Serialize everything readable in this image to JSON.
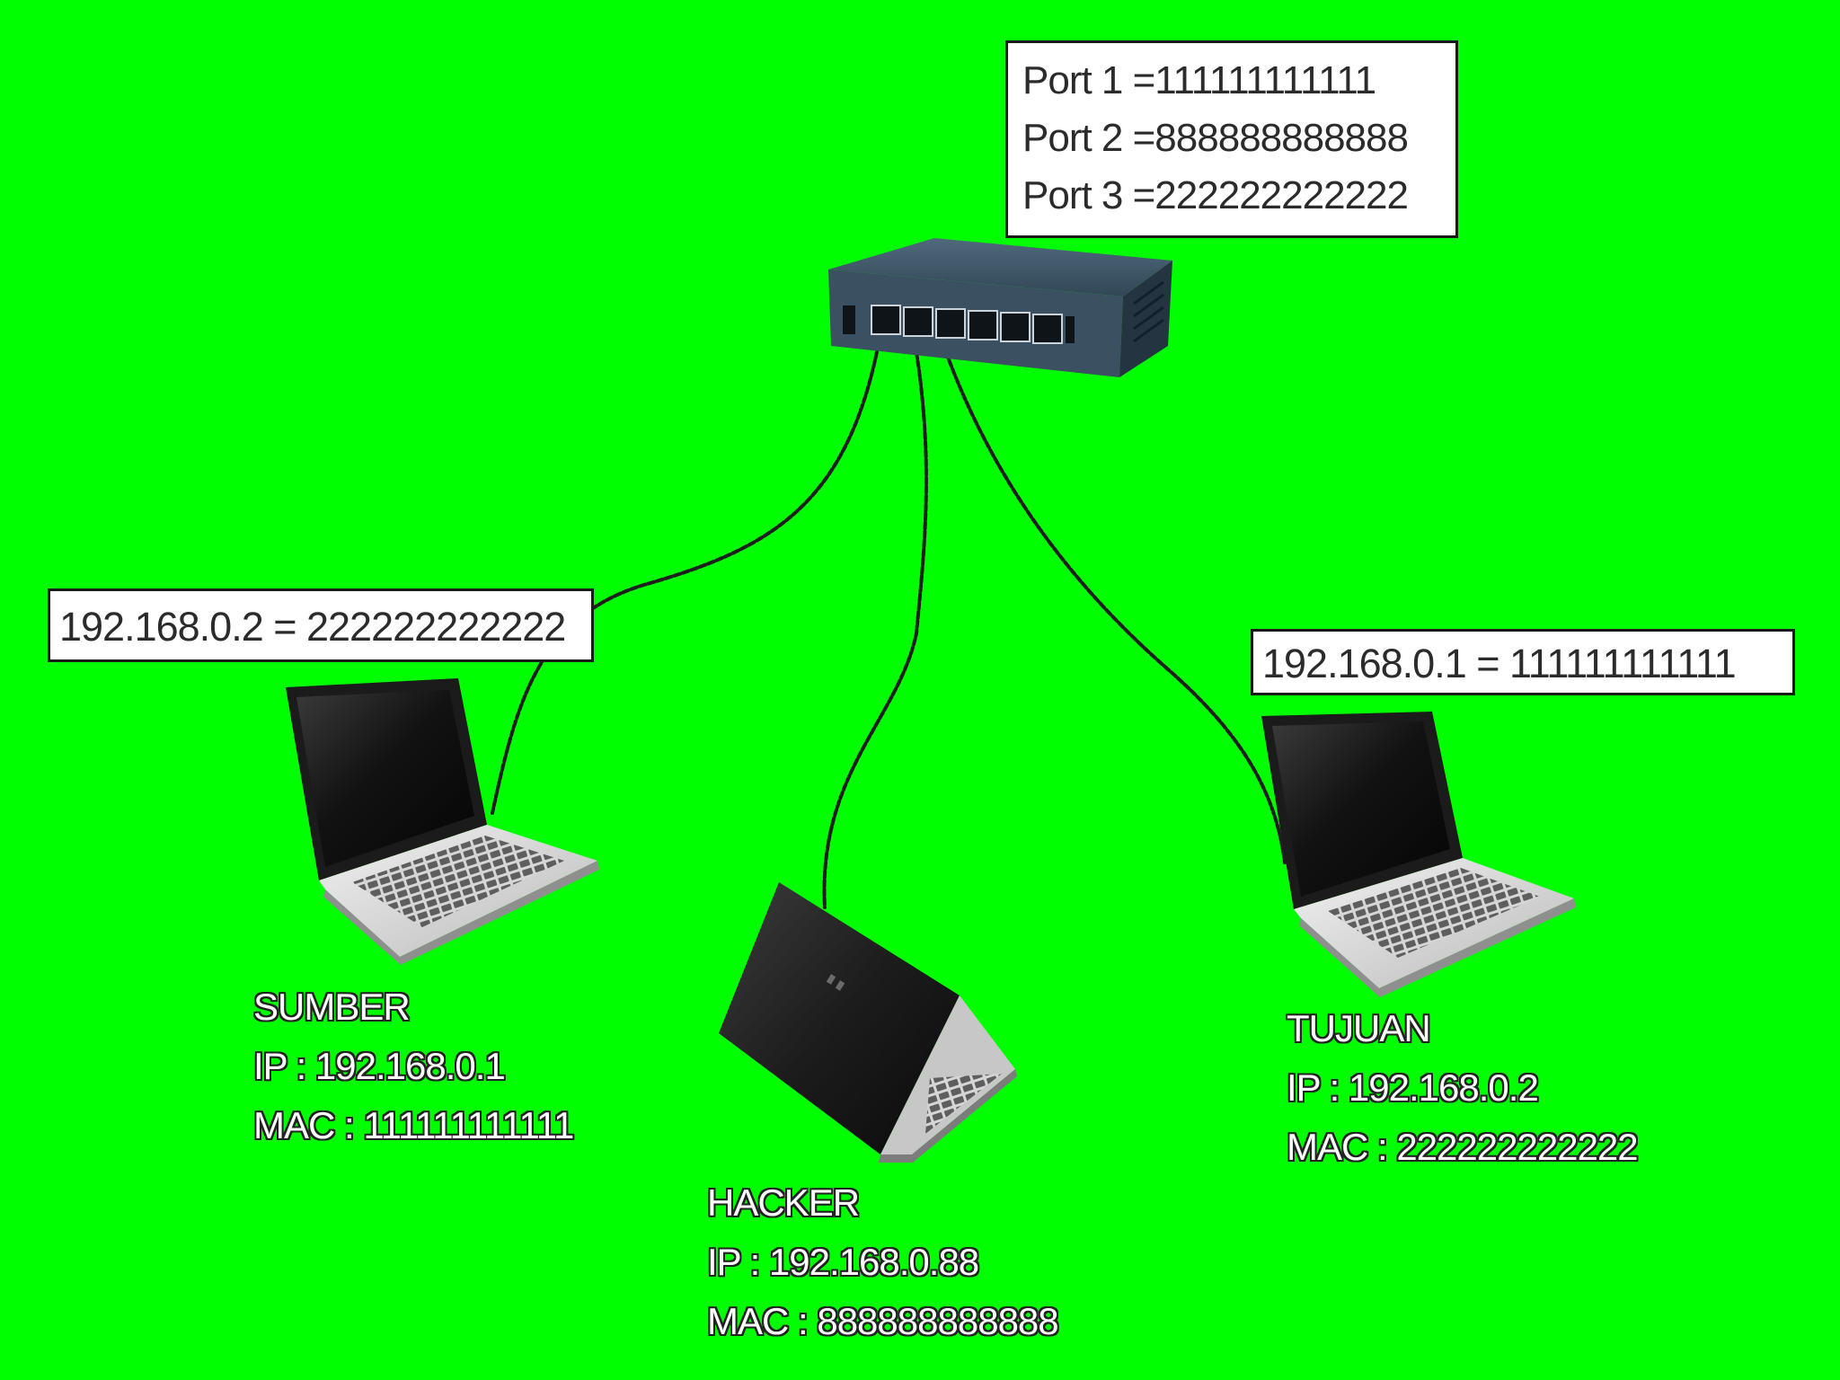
{
  "colors": {
    "background": "#00ff00",
    "cable": "#1e1e1e",
    "box_border": "#1a1a1a",
    "label_text": "#ffffff"
  },
  "switch": {
    "icon": "network-switch-icon",
    "mac_table": [
      "Port 1 =111111111111",
      "Port 2 =888888888888",
      "Port 3 =222222222222"
    ]
  },
  "hosts": {
    "sumber": {
      "icon": "laptop-open-icon",
      "arp_entry": "192.168.0.2 = 222222222222",
      "name": "SUMBER",
      "ip": "IP : 192.168.0.1",
      "mac": "MAC : 111111111111"
    },
    "hacker": {
      "icon": "laptop-half-closed-icon",
      "name": "HACKER",
      "ip": "IP : 192.168.0.88",
      "mac": "MAC : 888888888888"
    },
    "tujuan": {
      "icon": "laptop-open-icon",
      "arp_entry": "192.168.0.1 = 111111111111",
      "name": "TUJUAN",
      "ip": "IP : 192.168.0.2",
      "mac": "MAC : 222222222222"
    }
  }
}
